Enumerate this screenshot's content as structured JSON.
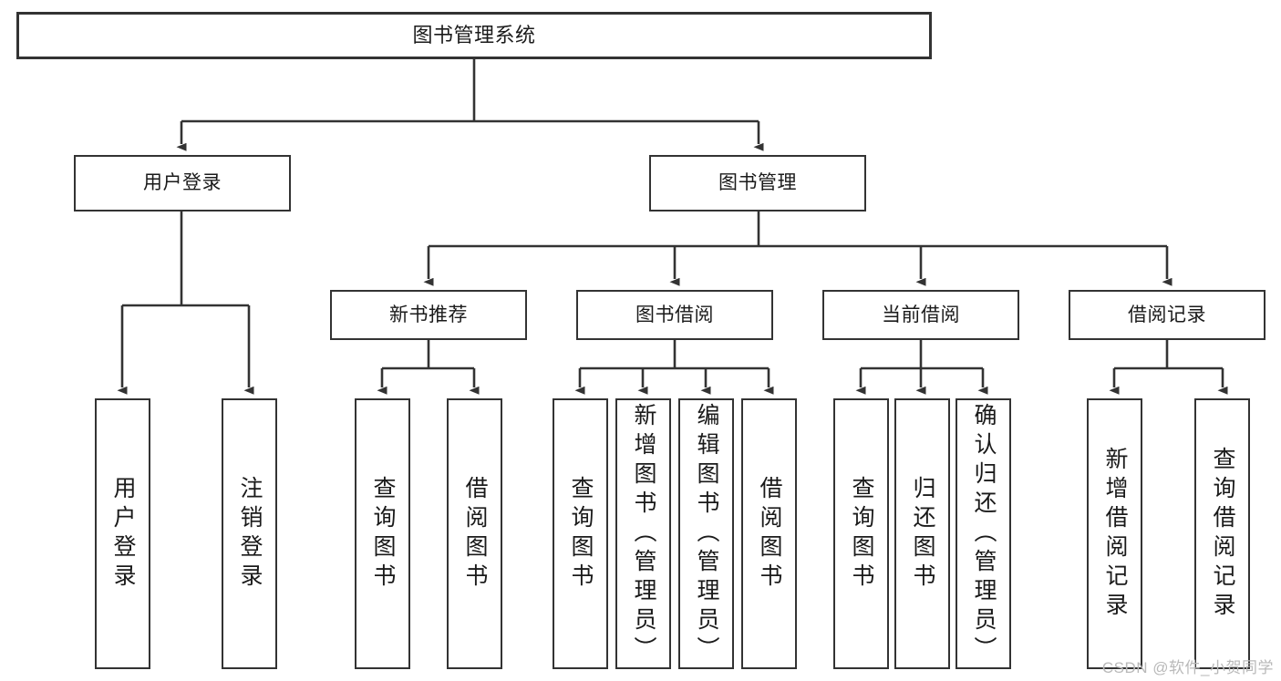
{
  "diagram": {
    "type": "hierarchy-tree",
    "title": "图书管理系统",
    "watermark": "CSDN @软件_小贺同学",
    "colors": {
      "stroke": "#333333",
      "text": "#1a1a1a",
      "background": "#ffffff",
      "watermark": "#b9b9b9"
    },
    "levels": {
      "root": {
        "label": "图书管理系统"
      },
      "level2": [
        {
          "id": "user-login",
          "label": "用户登录"
        },
        {
          "id": "book-management",
          "label": "图书管理"
        }
      ],
      "level3": [
        {
          "id": "new-book-recommend",
          "label": "新书推荐"
        },
        {
          "id": "book-borrow",
          "label": "图书借阅"
        },
        {
          "id": "current-borrow",
          "label": "当前借阅"
        },
        {
          "id": "borrow-record",
          "label": "借阅记录"
        }
      ],
      "leaves": [
        {
          "id": "leaf-user-login",
          "label": "用户登录",
          "parent": "user-login"
        },
        {
          "id": "leaf-logout-login",
          "label": "注销登录",
          "parent": "user-login"
        },
        {
          "id": "leaf-query-book-1",
          "label": "查询图书",
          "parent": "new-book-recommend"
        },
        {
          "id": "leaf-borrow-book-1",
          "label": "借阅图书",
          "parent": "new-book-recommend"
        },
        {
          "id": "leaf-query-book-2",
          "label": "查询图书",
          "parent": "book-borrow"
        },
        {
          "id": "leaf-add-book",
          "label": "新增图书（管理员）",
          "parent": "book-borrow"
        },
        {
          "id": "leaf-edit-book",
          "label": "编辑图书（管理员）",
          "parent": "book-borrow"
        },
        {
          "id": "leaf-borrow-book-2",
          "label": "借阅图书",
          "parent": "book-borrow"
        },
        {
          "id": "leaf-query-book-3",
          "label": "查询图书",
          "parent": "current-borrow"
        },
        {
          "id": "leaf-return-book",
          "label": "归还图书",
          "parent": "current-borrow"
        },
        {
          "id": "leaf-confirm-return",
          "label": "确认归还（管理员）",
          "parent": "current-borrow"
        },
        {
          "id": "leaf-add-record",
          "label": "新增借阅记录",
          "parent": "borrow-record"
        },
        {
          "id": "leaf-query-record",
          "label": "查询借阅记录",
          "parent": "borrow-record"
        }
      ]
    }
  }
}
